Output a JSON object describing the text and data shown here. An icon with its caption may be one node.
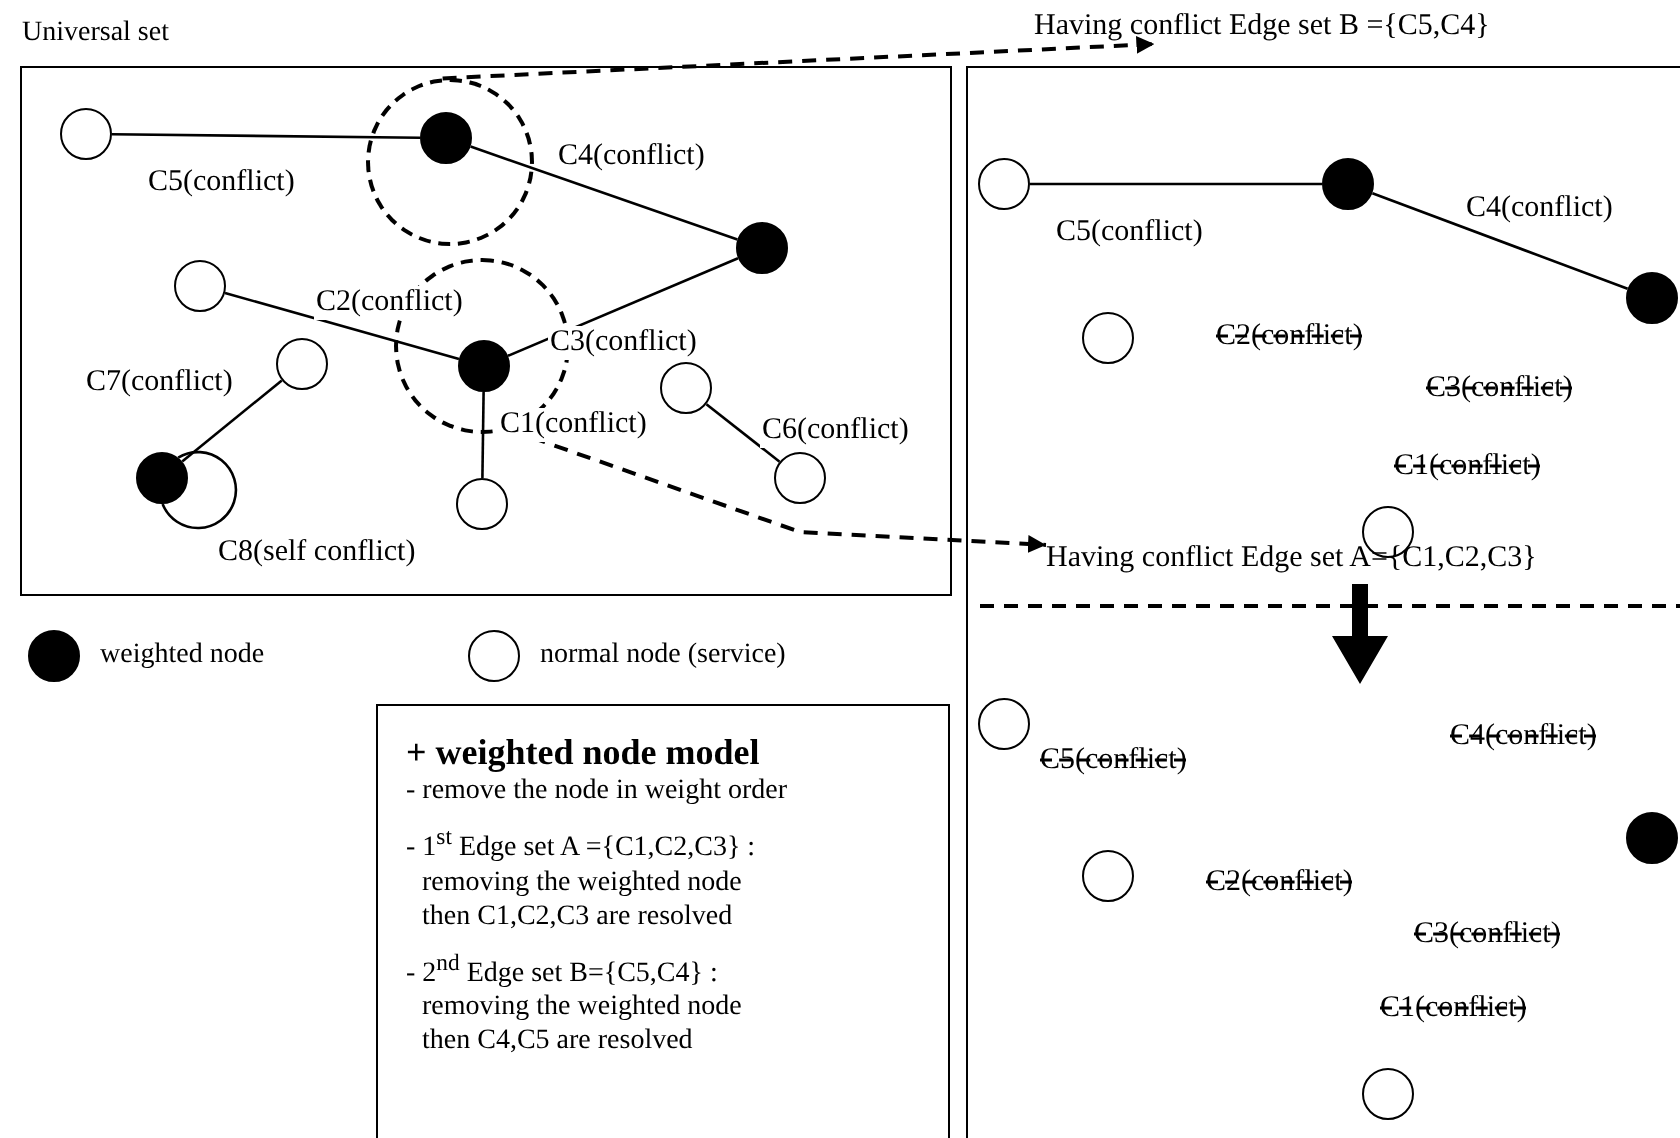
{
  "diagram": {
    "nodes": [
      {
        "text": [
          "Universal set"
        ]
      },
      {
        "text": [],
        "shape": "circle",
        "in": 0
      },
      {
        "text": [],
        "shape": "circle",
        "in": 0
      },
      {
        "text": [],
        "shape": "circle",
        "in": 0
      },
      {
        "text": [],
        "shape": "circle",
        "in": 1
      },
      {
        "text": [],
        "shape": "circle",
        "in": 0
      },
      {
        "text": [],
        "shape": "circle",
        "in": 0
      },
      {
        "text": [],
        "shape": "circle",
        "in": 0
      },
      {
        "text": [],
        "shape": "circle",
        "in": 2
      },
      {
        "text": [],
        "shape": "circle",
        "in": 0
      },
      {
        "text": [],
        "shape": "circle",
        "in": 0
      },
      {
        "text": [],
        "shape": "circle",
        "in": 0
      },
      {
        "text": [],
        "shape": "circle",
        "in": 0
      },
      {
        "text": [
          "Having conflict Edge set B ={C5,C4}"
        ]
      },
      {
        "text": [],
        "shape": "box"
      },
      {
        "text": [],
        "shape": "circle",
        "in": 14
      },
      {
        "text": [],
        "shape": "circle",
        "in": 14
      },
      {
        "text": [],
        "shape": "circle",
        "in": 14
      },
      {
        "text": [],
        "shape": "circle",
        "in": 14
      },
      {
        "text": [],
        "shape": "circle",
        "in": 14
      },
      {
        "text": [
          "Having conflict Edge set A={C1,C2,C3}"
        ],
        "in": 14
      },
      {
        "text": [],
        "shape": "circle",
        "in": 14
      },
      {
        "text": [],
        "shape": "circle",
        "in": 14
      },
      {
        "text": [],
        "shape": "circle",
        "in": 14
      },
      {
        "text": [],
        "shape": "circle",
        "in": 14
      },
      {
        "text": [
          "+ weighted node model",
          "- remove the node in weight order",
          "- 1$^{st}$ Edge set A ={C1,C2,C3} : removing the weighted node then C1,C2,C3 are resolved",
          "- 2$^{nd}$ Edge set B={C5,C4} : removing the weighted node then C4,C5 are resolved"
        ]
      }
    ],
    "edges": [
      {
        "from": 3,
        "to": 4,
        "arrow": "none",
        "label": "C5(conflict)"
      },
      {
        "from": 4,
        "to": 5,
        "arrow": "none",
        "label": "C4(conflict)"
      },
      {
        "from": 8,
        "to": 5,
        "arrow": "none",
        "label": "C3(conflict)"
      },
      {
        "from": 6,
        "to": 8,
        "arrow": "none",
        "label": "C2(conflict)"
      },
      {
        "from": 8,
        "to": 11,
        "arrow": "none",
        "label": "C1(conflict)"
      },
      {
        "from": 9,
        "to": 12,
        "arrow": "none",
        "label": "C6(conflict)"
      },
      {
        "from": 7,
        "to": 10,
        "arrow": "none",
        "label": "C7(conflict)"
      },
      {
        "from": 10,
        "to": 10,
        "arrow": "none",
        "label": "C8(self conflict)"
      },
      {
        "from": 1,
        "to": 13,
        "arrow": "to",
        "style": "dashed"
      },
      {
        "from": 2,
        "to": 20,
        "arrow": "to",
        "style": "dashed"
      },
      {
        "from": 15,
        "to": 16,
        "arrow": "none",
        "label": "C5(conflict)"
      },
      {
        "from": 16,
        "to": 17,
        "arrow": "none",
        "label": "C4(conflict)"
      }
    ],
    "labels": [
      "C2(conflict)",
      "C3(conflict)",
      "C1(conflict)",
      "C5(conflict)",
      "C4(conflict)",
      "C2(conflict)",
      "C3(conflict)",
      "C1(conflict)"
    ],
    "legend": [
      {
        "text": "weighted node"
      },
      {
        "text": "normal node (service)"
      }
    ]
  }
}
